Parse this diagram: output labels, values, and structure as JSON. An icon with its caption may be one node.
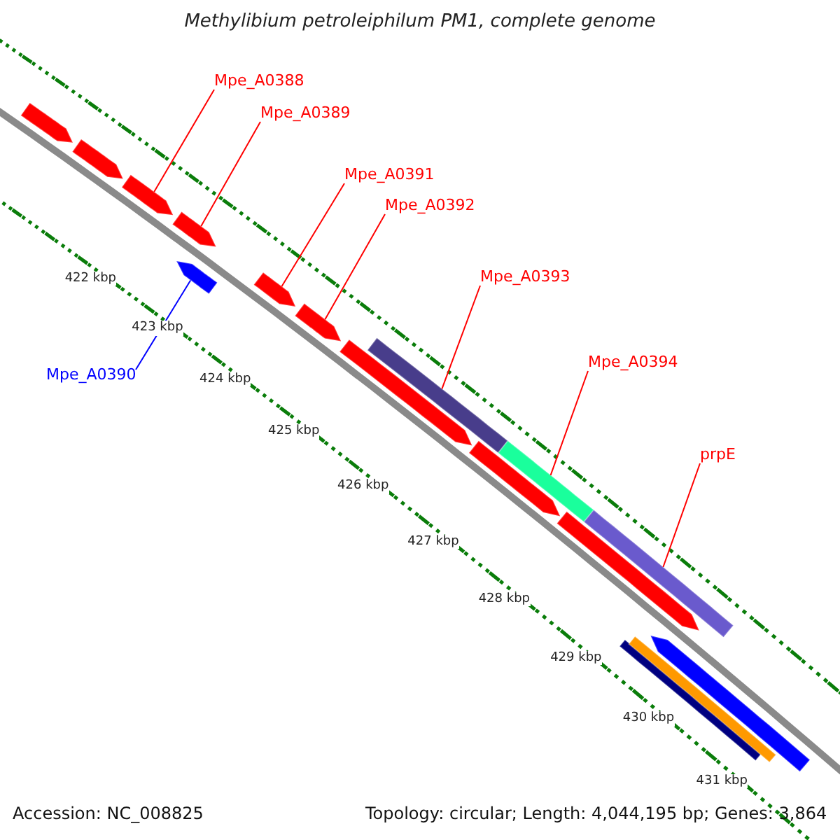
{
  "diagram": {
    "title": "Methylibium petroleiphilum PM1, complete genome",
    "nodes": [
      {
        "text": [
          "Mpe_A0388"
        ]
      },
      {
        "text": [
          "Mpe_A0389"
        ]
      },
      {
        "text": [
          "Mpe_A0391"
        ]
      },
      {
        "text": [
          "Mpe_A0392"
        ]
      },
      {
        "text": [
          "Mpe_A0393"
        ]
      },
      {
        "text": [
          "Mpe_A0394"
        ]
      },
      {
        "text": [
          "prpE"
        ]
      },
      {
        "text": [
          "Mpe_A0390"
        ]
      },
      {
        "text": [],
        "shape": "arrow"
      },
      {
        "text": [],
        "shape": "arrow"
      },
      {
        "text": [],
        "shape": "arrow"
      },
      {
        "text": [],
        "shape": "arrow"
      },
      {
        "text": [],
        "shape": "arrow"
      },
      {
        "text": [],
        "shape": "arrow"
      },
      {
        "text": [],
        "shape": "arrow"
      },
      {
        "text": [],
        "shape": "arrow"
      },
      {
        "text": [],
        "shape": "bar"
      },
      {
        "text": [],
        "shape": "arrow"
      },
      {
        "text": [],
        "shape": "bar"
      },
      {
        "text": [],
        "shape": "arrow"
      },
      {
        "text": [],
        "shape": "bar"
      },
      {
        "text": [],
        "shape": "bar"
      },
      {
        "text": [],
        "shape": "bar"
      },
      {
        "text": [],
        "shape": "arrow"
      }
    ],
    "edges": [
      {
        "from": 0,
        "to": 10,
        "arrow": "none"
      },
      {
        "from": 1,
        "to": 11,
        "arrow": "none"
      },
      {
        "from": 2,
        "to": 13,
        "arrow": "none"
      },
      {
        "from": 3,
        "to": 14,
        "arrow": "none"
      },
      {
        "from": 4,
        "to": 16,
        "arrow": "none"
      },
      {
        "from": 5,
        "to": 18,
        "arrow": "none"
      },
      {
        "from": 6,
        "to": 20,
        "arrow": "none"
      },
      {
        "from": 7,
        "to": 12,
        "arrow": "none",
        "color": "#0000ff"
      }
    ],
    "labels": [
      "422 kbp",
      "423 kbp",
      "424 kbp",
      "425 kbp",
      "426 kbp",
      "427 kbp",
      "428 kbp",
      "429 kbp",
      "430 kbp",
      "431 kbp",
      "Accession: NC_008825",
      "Topology: circular; Length: 4,044,195 bp; Genes: 3,864"
    ]
  }
}
